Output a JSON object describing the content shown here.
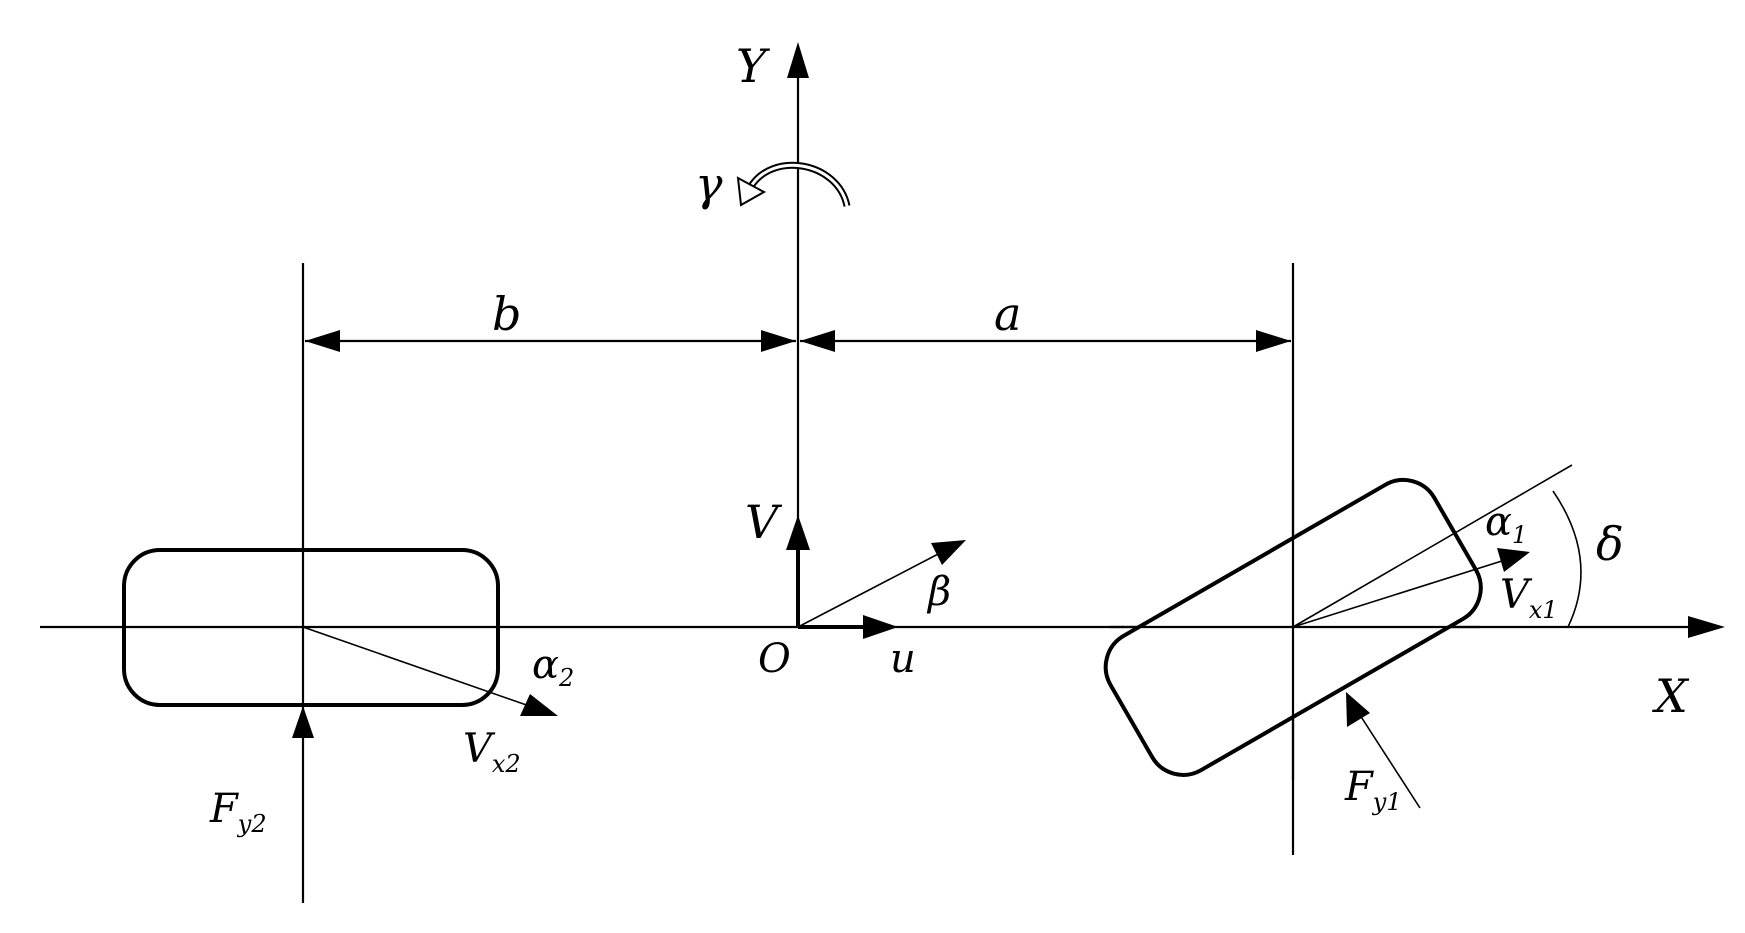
{
  "labels": {
    "axis_y": "Y",
    "axis_x": "X",
    "yaw_rate": "γ",
    "dist_b": "b",
    "dist_a": "a",
    "lateral_velocity": "V",
    "sideslip": "β",
    "origin": "O",
    "longitudinal_velocity": "u",
    "rear_slip": "α",
    "rear_slip_sub": "2",
    "rear_wheel_velocity": "V",
    "rear_wheel_velocity_sub": "x2",
    "rear_force": "F",
    "rear_force_sub": "y2",
    "front_slip": "α",
    "front_slip_sub": "1",
    "steer_angle": "δ",
    "front_wheel_velocity": "V",
    "front_wheel_velocity_sub": "x1",
    "front_force": "F",
    "front_force_sub": "y1"
  },
  "colors": {
    "stroke": "#000000",
    "background": "#ffffff"
  }
}
